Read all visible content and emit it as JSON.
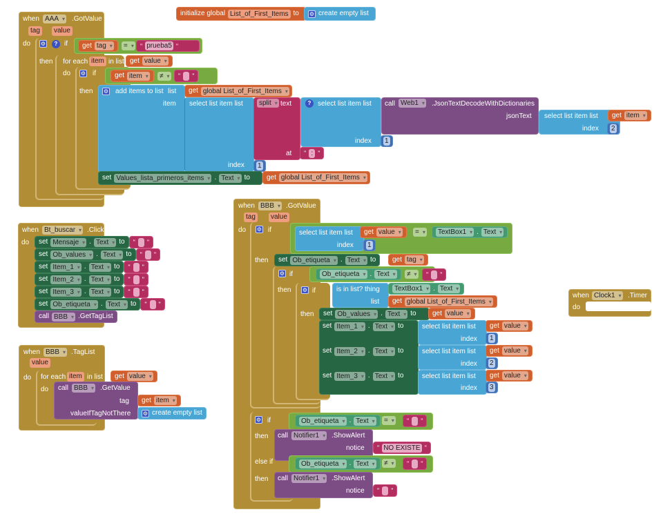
{
  "icons": {
    "mutator": "gear-icon",
    "help": "question-icon",
    "dropdown": "chevron-down-icon"
  },
  "colors": {
    "event": "#b18e35",
    "logic": "#77ab41",
    "variable": "#d05f2d",
    "list": "#49a6d4",
    "text": "#b32d5e",
    "setter": "#266643",
    "procedure": "#7c4d84",
    "math": "#3f6fb5"
  },
  "kw": {
    "when": "when",
    "do": "do",
    "if": "if",
    "then": "then",
    "else_if": "else if",
    "get": "get",
    "set": "set",
    "to": "to",
    "call": "call",
    "dot": ".",
    "for_each": "for each",
    "in_list": "in list",
    "list": "list",
    "item": "item",
    "index": "index",
    "text": "text",
    "at": "at",
    "tag": "tag",
    "value": "value",
    "notice": "notice",
    "eq": "=",
    "neq": "≠",
    "quote": "\"",
    "gear": "⚙",
    "help": "?"
  },
  "init": {
    "label": "initialize global",
    "var": "List_of_First_Items",
    "to": "to",
    "create": "create empty list"
  },
  "aaa": {
    "component": "AAA",
    "event": ".GotValue",
    "str_prueba": "prueba5",
    "var_tag": "tag",
    "var_value": "value",
    "var_item": "item",
    "add_items": "add items to list",
    "global_var": "global List_of_First_Items",
    "select": "select list item  list",
    "split": "split",
    "colon": ":",
    "web": "Web1",
    "method": ".JsonTextDecodeWithDictionaries",
    "jsontext": "jsonText",
    "n1": "1",
    "n2": "2",
    "set_comp": "Values_lista_primeros_items",
    "prop": "Text"
  },
  "btn": {
    "component": "Bt_buscar",
    "event": ".Click",
    "rows": [
      {
        "comp": "Mensaje",
        "prop": "Text"
      },
      {
        "comp": "Ob_values",
        "prop": "Text"
      },
      {
        "comp": "Item_1",
        "prop": "Text"
      },
      {
        "comp": "Item_2",
        "prop": "Text"
      },
      {
        "comp": "Item_3",
        "prop": "Text"
      },
      {
        "comp": "Ob_etiqueta",
        "prop": "Text"
      }
    ],
    "call_comp": "BBB",
    "call_method": ".GetTagList"
  },
  "taglist": {
    "component": "BBB",
    "event": ".TagList",
    "call_comp": "BBB",
    "call_method": ".GetValue",
    "value_if": "valueIfTagNotThere",
    "create": "create empty list"
  },
  "bbb": {
    "component": "BBB",
    "event": ".GotValue",
    "select": "select list item  list",
    "textbox": "TextBox1",
    "prop": "Text",
    "ob_etiqueta": "Ob_etiqueta",
    "ob_values": "Ob_values",
    "is_in_list": "is in list? thing",
    "global_var": "global List_of_First_Items",
    "items": [
      "Item_1",
      "Item_2",
      "Item_3"
    ],
    "nums": [
      "1",
      "2",
      "3"
    ],
    "n1": "1",
    "notifier": "Notifier1",
    "show_alert": ".ShowAlert",
    "no_existe": "NO EXISTE"
  },
  "clock": {
    "component": "Clock1",
    "event": ".Timer"
  }
}
